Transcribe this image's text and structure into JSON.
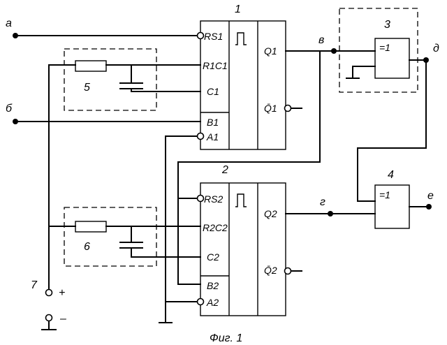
{
  "figure": {
    "caption": "Фиг. 1"
  },
  "block_numbers": {
    "trigger1": "1",
    "trigger2": "2",
    "xor3": "3",
    "xor4": "4",
    "rc5": "5",
    "rc6": "6",
    "power7": "7"
  },
  "signals": {
    "a": "a",
    "b": "б",
    "v": "в",
    "g": "г",
    "d": "д",
    "e": "е",
    "plus": "+",
    "minus": "–"
  },
  "trigger1": {
    "pins_left": [
      "RS1",
      "R1C1",
      "C1",
      "B1",
      "A1"
    ],
    "pins_right": [
      "Q1",
      "Q̄1"
    ],
    "symbol": "pulse-symbol"
  },
  "trigger2": {
    "pins_left": [
      "RS2",
      "R2C2",
      "C2",
      "B2",
      "A2"
    ],
    "pins_right": [
      "Q2",
      "Q̄2"
    ],
    "symbol": "pulse-symbol"
  },
  "xor3": {
    "label": "=1"
  },
  "xor4": {
    "label": "=1"
  }
}
